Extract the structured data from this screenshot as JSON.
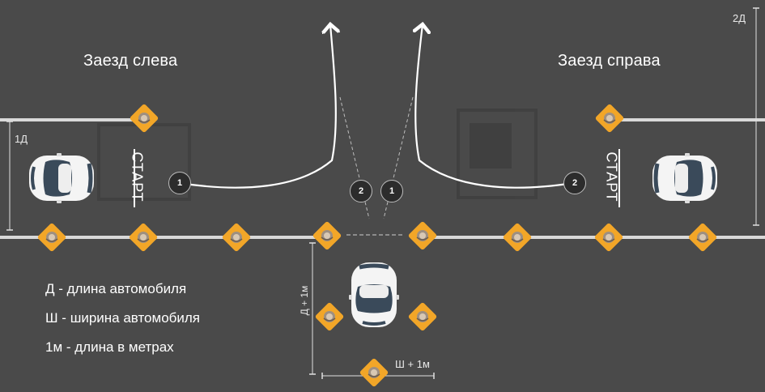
{
  "titles": {
    "left": "Заезд слева",
    "right": "Заезд справа"
  },
  "start_label": "СТАРТ",
  "dimensions": {
    "left_width": "1Д",
    "right_height": "2Д",
    "box_length": "Д + 1м",
    "box_width": "Ш + 1м"
  },
  "legend": [
    "Д - длина автомобиля",
    "Ш - ширина автомобиля",
    "1м - длина в метрах"
  ],
  "markers": {
    "left_start": "1",
    "right_start": "2",
    "middle_left": "2",
    "middle_right": "1"
  },
  "colors": {
    "asphalt": "#4a4a4a",
    "line": "#d9d9d9",
    "cone": "#f2a628",
    "car": "#f4f4f4"
  }
}
